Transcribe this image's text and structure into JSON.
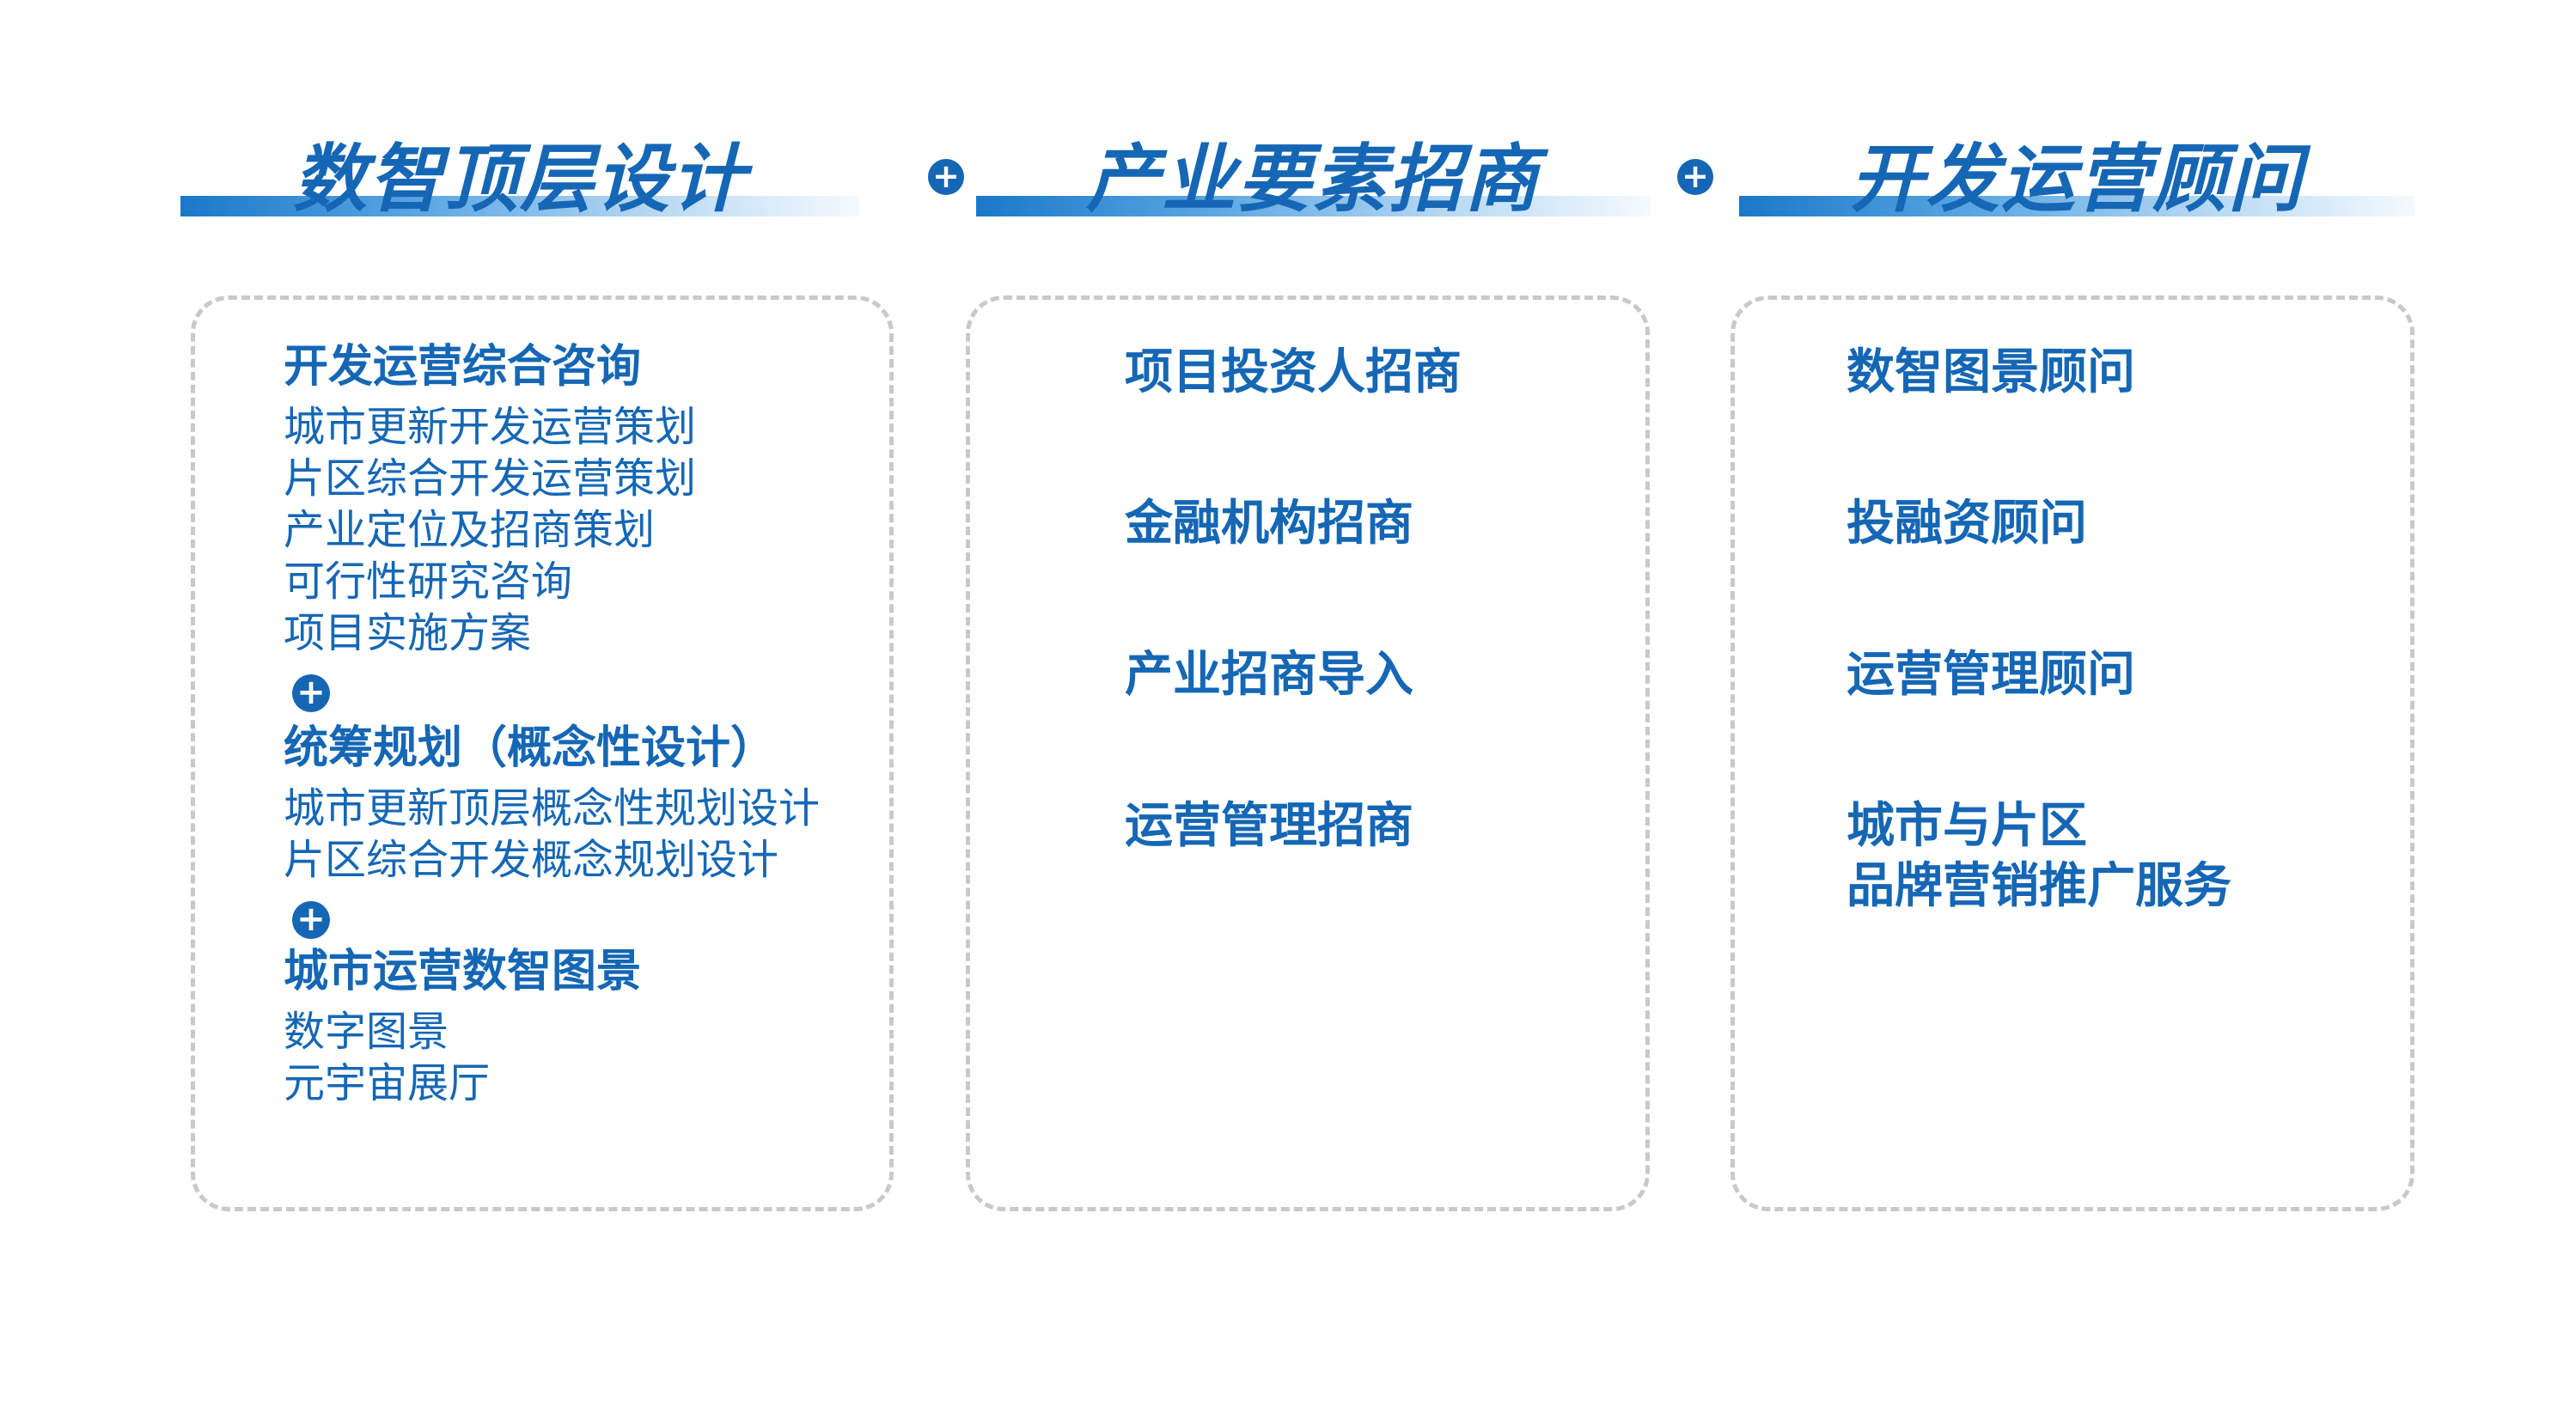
{
  "headers": [
    {
      "title": "数智顶层设计"
    },
    {
      "title": "产业要素招商"
    },
    {
      "title": "开发运营顾问"
    }
  ],
  "separator_icon": "plus-circle-icon",
  "accent_color": "#1567b5",
  "column1": {
    "sections": [
      {
        "heading": "开发运营综合咨询",
        "items": [
          "城市更新开发运营策划",
          "片区综合开发运营策划",
          "产业定位及招商策划",
          "可行性研究咨询",
          "项目实施方案"
        ]
      },
      {
        "heading": "统筹规划（概念性设计）",
        "items": [
          "城市更新顶层概念性规划设计",
          "片区综合开发概念规划设计"
        ]
      },
      {
        "heading": "城市运营数智图景",
        "items": [
          "数字图景",
          "元宇宙展厅"
        ]
      }
    ]
  },
  "column2": {
    "items": [
      "项目投资人招商",
      "金融机构招商",
      "产业招商导入",
      "运营管理招商"
    ]
  },
  "column3": {
    "items": [
      "数智图景顾问",
      "投融资顾问",
      "运营管理顾问",
      "城市与片区",
      "品牌营销推广服务"
    ]
  }
}
